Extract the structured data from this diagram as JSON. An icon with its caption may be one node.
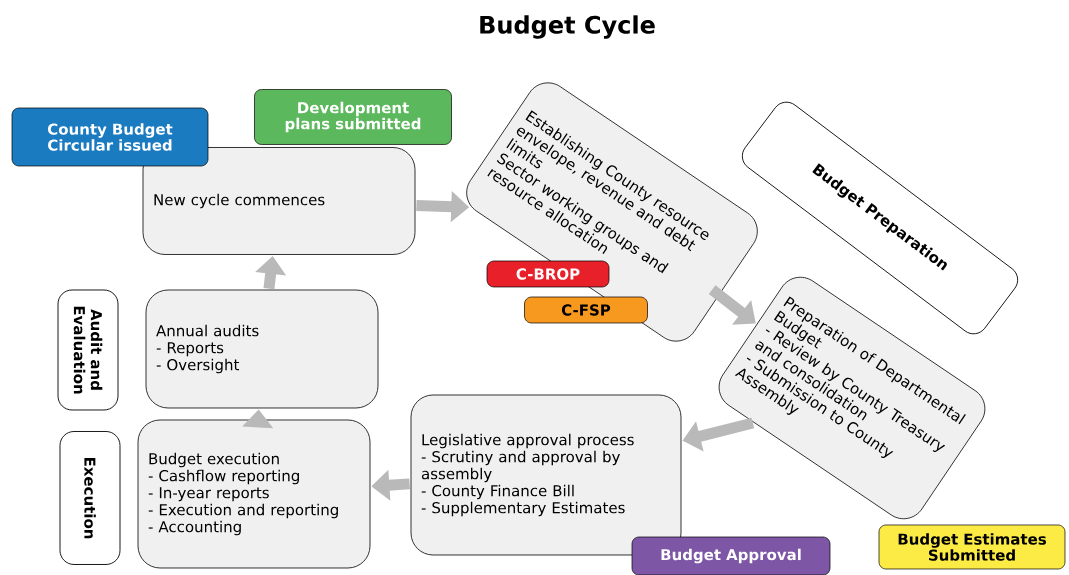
{
  "diagram": {
    "title": "Budget Cycle",
    "nodes": [
      {
        "text": [
          "New cycle commences"
        ]
      },
      {
        "text": [
          "Establishing County resource envelope, revenue and debt limits",
          "Sector working groups and resource allocation"
        ]
      },
      {
        "text": [
          "Preparation of Departmental Budget",
          "- Review by County Treasury and consolidation",
          "- Submission to County Assembly"
        ]
      },
      {
        "text": [
          "Legislative approval process",
          "- Scrutiny and approval by assembly",
          "- County Finance Bill",
          "- Supplementary Estimates"
        ]
      },
      {
        "text": [
          "Budget execution",
          "- Cashflow reporting",
          "- In-year reports",
          "- Execution and reporting",
          "- Accounting"
        ]
      },
      {
        "text": [
          "Annual audits",
          "- Reports",
          "- Oversight"
        ]
      },
      {
        "text": [
          "County Budget Circular issued"
        ]
      },
      {
        "text": [
          "Development plans submitted"
        ]
      },
      {
        "text": [
          "C-BROP"
        ]
      },
      {
        "text": [
          "C-FSP"
        ]
      },
      {
        "text": [
          "Budget Approval"
        ]
      },
      {
        "text": [
          "Budget Estimates Submitted"
        ]
      },
      {
        "text": [
          "Budget Preparation"
        ]
      },
      {
        "text": [
          "Audit and Evaluation"
        ]
      },
      {
        "text": [
          "Execution"
        ]
      }
    ],
    "edges": [
      {
        "from": 0,
        "to": 1,
        "arrow": "to"
      },
      {
        "from": 1,
        "to": 2,
        "arrow": "to"
      },
      {
        "from": 2,
        "to": 3,
        "arrow": "to"
      },
      {
        "from": 3,
        "to": 4,
        "arrow": "to"
      },
      {
        "from": 4,
        "to": 5,
        "arrow": "to"
      },
      {
        "from": 5,
        "to": 0,
        "arrow": "to"
      }
    ]
  }
}
